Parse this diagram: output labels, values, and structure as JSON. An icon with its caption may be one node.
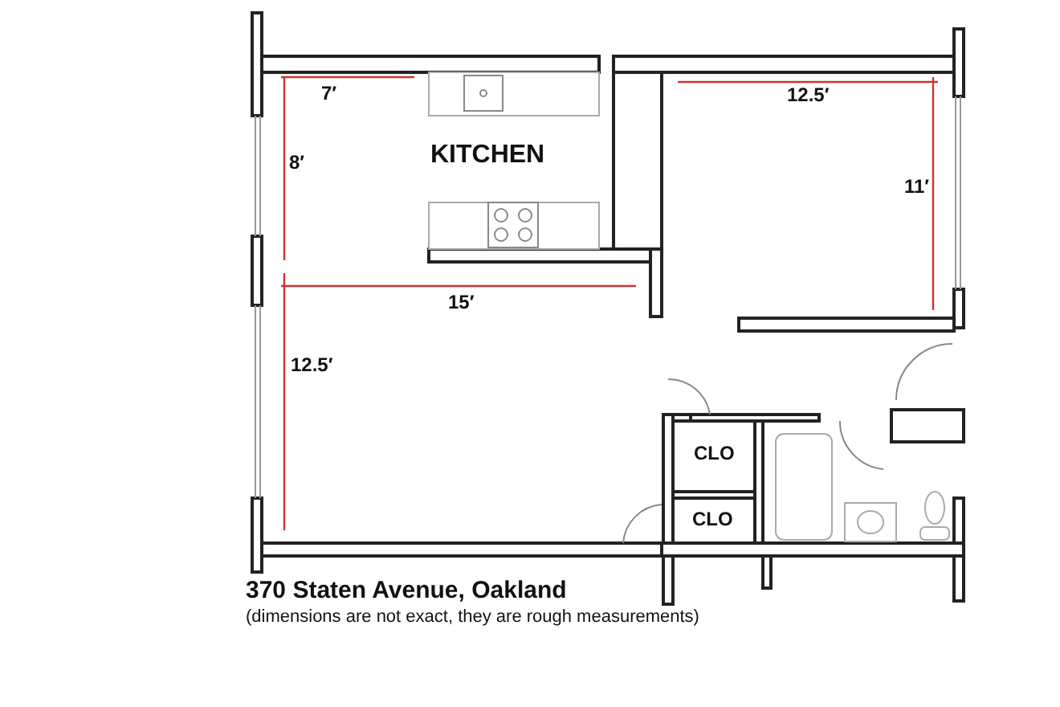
{
  "diagram": {
    "title": "370 Staten Avenue, Oakland",
    "caption": "(dimensions are not exact, they are rough measurements)",
    "labels": [
      "7′",
      "12.5′",
      "KITCHEN",
      "8′",
      "11′",
      "15′",
      "12.5′",
      "CLO",
      "CLO"
    ]
  }
}
